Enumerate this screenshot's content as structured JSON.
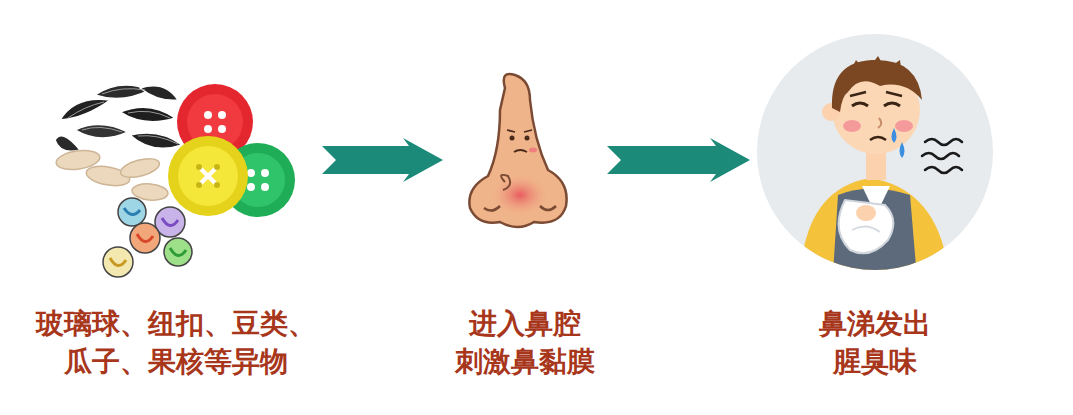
{
  "diagram": {
    "nodes": [
      {
        "text": [
          "玻璃球、纽扣、豆类、 瓜子、果核等异物"
        ]
      },
      {
        "text": [
          "进入鼻腔 刺激鼻黏膜"
        ]
      },
      {
        "text": [
          "鼻涕发出 腥臭味"
        ]
      }
    ],
    "edges": [
      {
        "from": 0,
        "to": 1,
        "arrow": "to"
      },
      {
        "from": 1,
        "to": 2,
        "arrow": "to"
      }
    ]
  }
}
